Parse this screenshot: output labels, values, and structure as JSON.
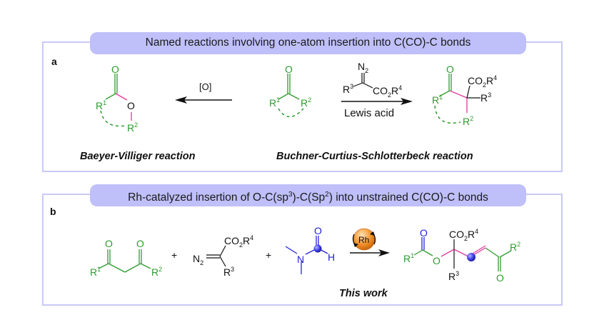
{
  "colors": {
    "panel_border": "#c9c9f7",
    "pill_fill": "#bfbffa",
    "green": "#2e9b2e",
    "magenta": "#e0389b",
    "blue": "#2222dd",
    "black": "#111111",
    "orange": "#f39a3a"
  },
  "panel_a": {
    "label": "a",
    "title": "Named reactions involving one-atom insertion into C(CO)-C bonds",
    "left_product": {
      "carbonyl_O": "O",
      "ring_O": "O",
      "R1": "R",
      "R1_sup": "1",
      "R2": "R",
      "R2_sup": "2"
    },
    "left_arrow": {
      "reagent": "[O]"
    },
    "ketone": {
      "O": "O",
      "R1": "R",
      "R1_sup": "1",
      "R2": "R",
      "R2_sup": "2"
    },
    "right_arrow": {
      "diazo_N2": "N",
      "diazo_N2_sub": "2",
      "R3": "R",
      "R3_sup": "3",
      "ester": "CO",
      "ester_sub": "2",
      "ester_R": "R",
      "ester_sup": "4",
      "condition": "Lewis acid"
    },
    "right_product": {
      "O": "O",
      "R1": "R",
      "R1_sup": "1",
      "R2": "R",
      "R2_sup": "2",
      "R3": "R",
      "R3_sup": "3",
      "ester": "CO",
      "ester_sub": "2",
      "ester_R": "R",
      "ester_sup": "4"
    },
    "caption_left": "Baeyer-Villiger reaction",
    "caption_right": "Buchner-Curtius-Schlotterbeck reaction"
  },
  "panel_b": {
    "label": "b",
    "title_pre": "Rh-catalyzed insertion of O-C(sp",
    "title_sup1": "3",
    "title_mid": ")-C(Sp",
    "title_sup2": "2",
    "title_post": ") into unstrained C(CO)-C bonds",
    "diketone": {
      "O1": "O",
      "O2": "O",
      "R1": "R",
      "R1_sup": "1",
      "R2": "R",
      "R2_sup": "2"
    },
    "plus": "+",
    "diazo": {
      "N2": "N",
      "N2_sub": "2",
      "ester": "CO",
      "ester_sub": "2",
      "ester_R": "R",
      "ester_sup": "4",
      "R3": "R",
      "R3_sup": "3"
    },
    "dmf": {
      "N": "N",
      "O": "O",
      "H": "H"
    },
    "catalyst": "Rh",
    "product": {
      "O_carbonyl": "O",
      "O_ester": "O",
      "O_ketone": "O",
      "R1": "R",
      "R1_sup": "1",
      "R2": "R",
      "R2_sup": "2",
      "R3": "R",
      "R3_sup": "3",
      "ester": "CO",
      "ester_sub": "2",
      "ester_R": "R",
      "ester_sup": "4"
    },
    "caption": "This work"
  }
}
